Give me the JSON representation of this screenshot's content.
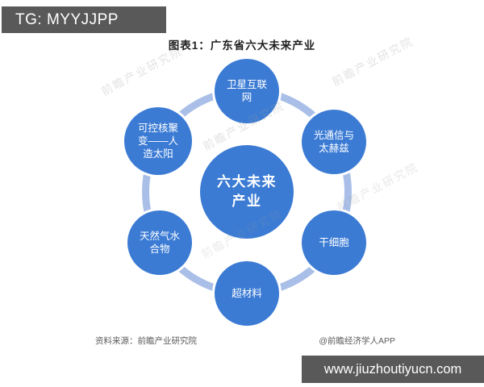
{
  "overlays": {
    "top_banner": "TG: MYYJJPP",
    "bottom_banner": "www.jiuzhoutiyucn.com"
  },
  "title": "图表1：广东省六大未来产业",
  "diagram": {
    "type": "hub-and-spoke",
    "center": {
      "label": "六大未来产业"
    },
    "nodes": [
      {
        "label": "卫星互联网",
        "position": "top"
      },
      {
        "label": "光通信与太赫兹",
        "position": "top-right"
      },
      {
        "label": "干细胞",
        "position": "bottom-right"
      },
      {
        "label": "超材料",
        "position": "bottom"
      },
      {
        "label": "天然气水合物",
        "position": "bottom-left"
      },
      {
        "label": "可控核聚变——人造太阳",
        "position": "top-left"
      }
    ]
  },
  "footer": {
    "source": "资料来源：前瞻产业研究院",
    "credit": "@前瞻经济学人APP"
  },
  "watermark": {
    "text": "前瞻产业研究院"
  },
  "colors": {
    "node_fill": "#3b7bd4",
    "ring": "#a9bfe8",
    "banner_bg": "#595959",
    "banner_text": "#ffffff",
    "title_text": "#1f1f1f",
    "footer_text": "#5c5c5c"
  }
}
